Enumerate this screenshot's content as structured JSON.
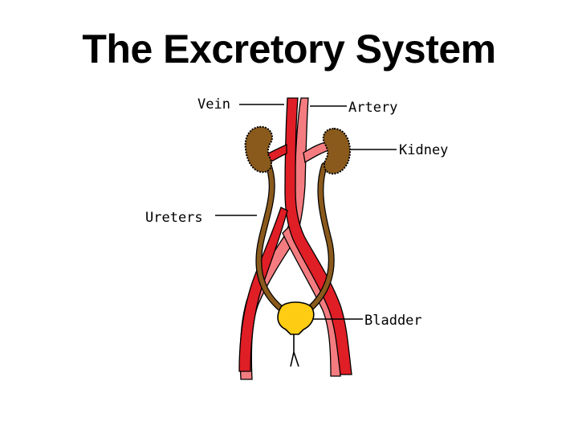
{
  "slide": {
    "title": "The Excretory System"
  },
  "diagram": {
    "labels": {
      "vein": "Vein",
      "artery": "Artery",
      "kidney": "Kidney",
      "ureters": "Ureters",
      "bladder": "Bladder"
    },
    "colors": {
      "vein": "#e01e26",
      "artery": "#f47c80",
      "kidney": "#8a5a1c",
      "ureter": "#8a5a1c",
      "bladder": "#ffcc14",
      "outline": "#000000"
    }
  }
}
